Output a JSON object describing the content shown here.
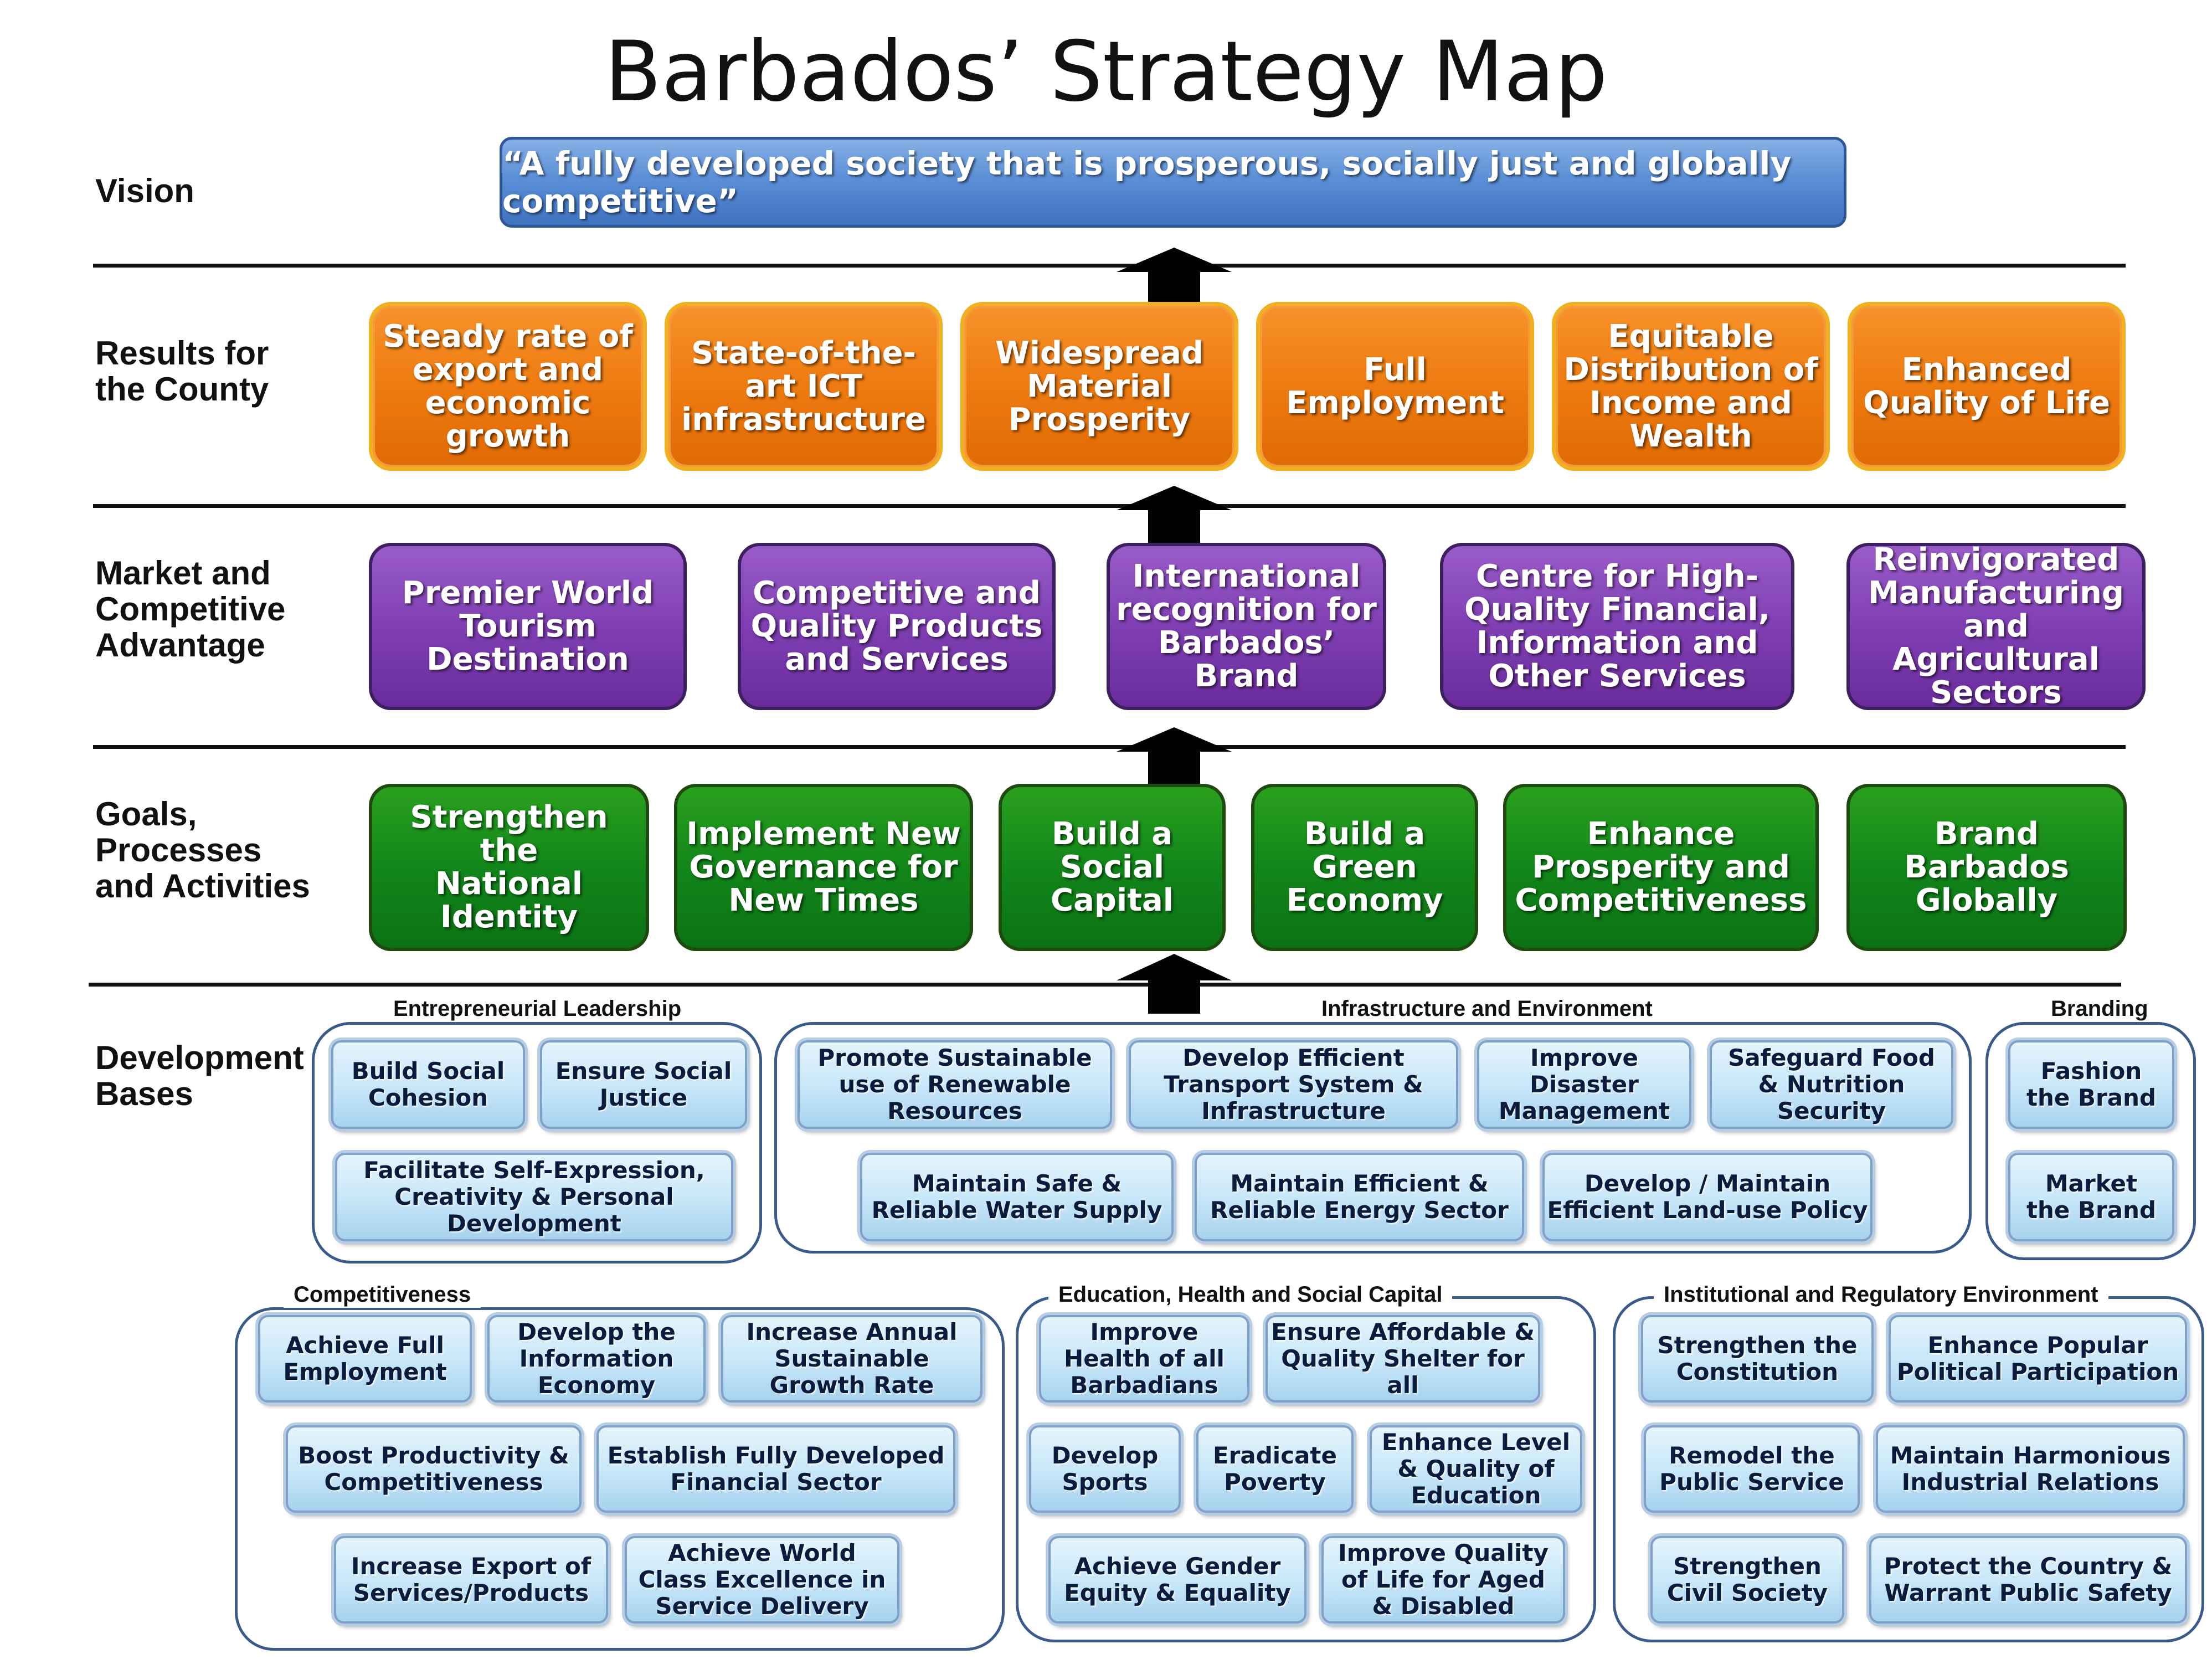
{
  "title": "Barbados’ Strategy Map",
  "row_labels": {
    "vision": "Vision",
    "results": "Results for\nthe County",
    "market": "Market and\nCompetitive\nAdvantage",
    "goals": "Goals,\nProcesses\nand Activities",
    "development": "Development\nBases"
  },
  "vision": "“A fully developed society that is prosperous, socially just and globally competitive”",
  "results": [
    "Steady rate of\nexport and\neconomic\ngrowth",
    "State-of-the-\nart ICT\ninfrastructure",
    "Widespread\nMaterial\nProsperity",
    "Full\nEmployment",
    "Equitable\nDistribution of\nIncome and\nWealth",
    "Enhanced\nQuality of Life"
  ],
  "market": [
    "Premier World\nTourism\nDestination",
    "Competitive and\nQuality Products\nand Services",
    "International\nrecognition for\nBarbados’\nBrand",
    "Centre for High-\nQuality Financial,\nInformation and\nOther Services",
    "Reinvigorated\nManufacturing\nand Agricultural\nSectors"
  ],
  "goals": [
    "Strengthen the\nNational\nIdentity",
    "Implement New\nGovernance for\nNew Times",
    "Build a\nSocial\nCapital",
    "Build a\nGreen\nEconomy",
    "Enhance\nProsperity and\nCompetitiveness",
    "Brand\nBarbados\nGlobally"
  ],
  "groups": {
    "entrepreneurial": {
      "label": "Entrepreneurial Leadership",
      "items": [
        "Build Social\nCohesion",
        "Ensure Social\nJustice",
        "Facilitate Self-Expression,\nCreativity  & Personal\nDevelopment"
      ]
    },
    "infrastructure": {
      "label": "Infrastructure and Environment",
      "items": [
        "Promote Sustainable\nuse of Renewable\nResources",
        "Develop Efficient\nTransport System &\nInfrastructure",
        "Improve\nDisaster\nManagement",
        "Safeguard Food\n& Nutrition\nSecurity",
        "Maintain Safe &\nReliable Water Supply",
        "Maintain Efficient &\nReliable Energy Sector",
        "Develop / Maintain\nEfficient Land-use Policy"
      ]
    },
    "branding": {
      "label": "Branding",
      "items": [
        "Fashion\nthe Brand",
        "Market\nthe Brand"
      ]
    },
    "competitiveness": {
      "label": "Competitiveness",
      "items": [
        "Achieve Full\nEmployment",
        "Develop  the\nInformation\nEconomy",
        "Increase Annual\nSustainable\nGrowth Rate",
        "Boost Productivity &\nCompetitiveness",
        "Establish Fully Developed\nFinancial Sector",
        "Increase Export of\nServices/Products",
        "Achieve World\nClass Excellence in\nService Delivery"
      ]
    },
    "education": {
      "label": "Education, Health and Social Capital",
      "items": [
        "Improve\nHealth of all\nBarbadians",
        "Ensure Affordable &\nQuality Shelter for all",
        "Develop\nSports",
        "Eradicate\nPoverty",
        "Enhance Level\n& Quality of\nEducation",
        "Achieve Gender\nEquity & Equality",
        "Improve Quality\nof Life for Aged\n& Disabled"
      ]
    },
    "institutional": {
      "label": "Institutional and Regulatory Environment",
      "items": [
        "Strengthen the\nConstitution",
        "Enhance Popular\nPolitical Participation",
        "Remodel the\nPublic Service",
        "Maintain Harmonious\nIndustrial  Relations",
        "Strengthen\nCivil Society",
        "Protect the Country &\nWarrant Public Safety"
      ]
    }
  },
  "colors": {
    "vision": "#4f83cc",
    "results": "#ee7b10",
    "market": "#7f3fb3",
    "goals": "#12861a",
    "development": "#c6e6f8",
    "group_border": "#3a5b8a"
  }
}
